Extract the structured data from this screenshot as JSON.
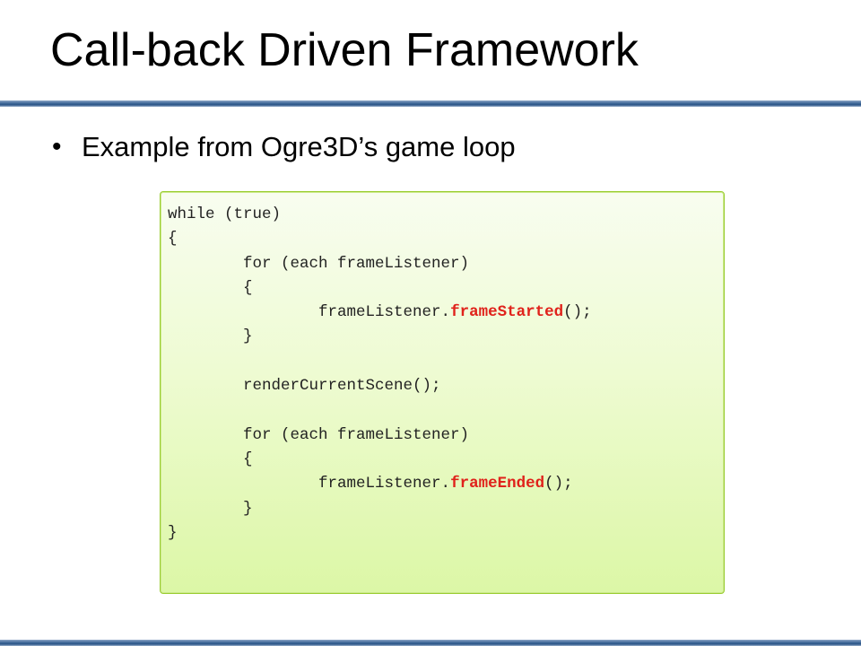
{
  "slide": {
    "title": "Call-back Driven Framework",
    "bullet": "Example from Ogre3D’s game loop",
    "bullet_marker": "•"
  },
  "code": {
    "lines": [
      "while (true)",
      "{",
      "        for (each frameListener)",
      "        {",
      "                frameListener.",
      "        }",
      "",
      "        renderCurrentScene();",
      "",
      "        for (each frameListener)",
      "        {",
      "                frameListener.",
      "        }",
      "}"
    ],
    "highlight_1": "frameStarted",
    "suffix_1": "();",
    "highlight_2": "frameEnded",
    "suffix_2": "();"
  },
  "colors": {
    "rule": "#3f6797",
    "code_border": "#9acd32",
    "code_bg_top": "#f8fdf0",
    "code_bg_bottom": "#dcf7a6",
    "highlight": "#e0221b"
  }
}
